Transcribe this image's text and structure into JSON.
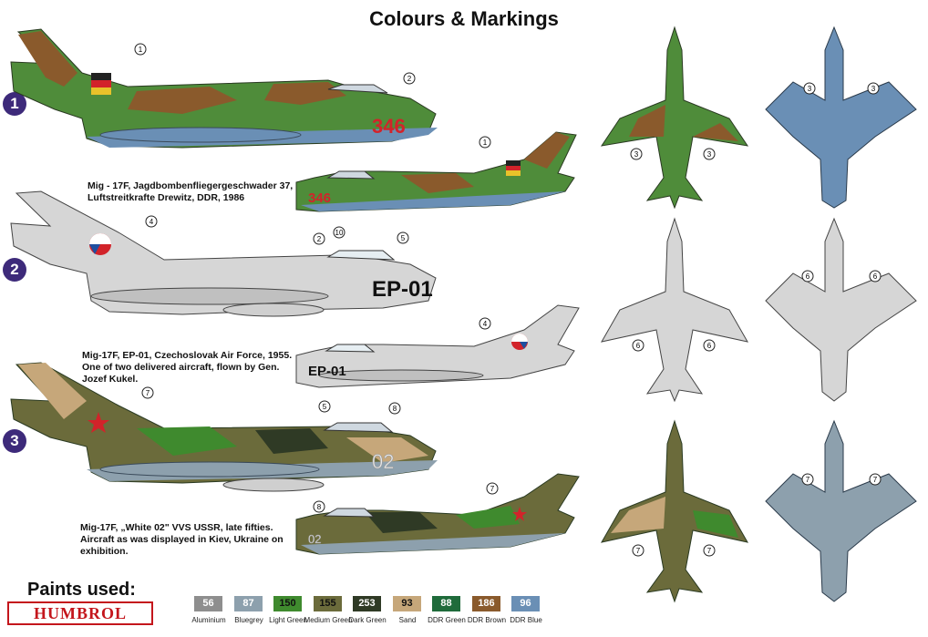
{
  "title": "Colours & Markings",
  "schemes": [
    {
      "number": "1",
      "caption_lines": [
        "Mig - 17F, Jagdbombenfliegergeschwader 37,",
        "Luftstreitkrafte Drewitz, DDR, 1986"
      ],
      "code": "346"
    },
    {
      "number": "2",
      "caption_lines": [
        "Mig-17F, EP-01, Czechoslovak Air Force, 1955.",
        "One of two delivered aircraft, flown by Gen.",
        "Jozef Kukel."
      ],
      "code": "EP-01"
    },
    {
      "number": "3",
      "caption_lines": [
        "Mig-17F, „White 02\" VVS USSR, late fifties.",
        "Aircraft as was displayed in Kiev, Ukraine on",
        "exhibition."
      ],
      "code": "02"
    }
  ],
  "callouts": [
    "1",
    "2",
    "3",
    "4",
    "5",
    "6",
    "7",
    "8",
    "10"
  ],
  "paints_label": "Paints used:",
  "brand": "HUMBROL",
  "paints": [
    {
      "code": "56",
      "name": "Aluminium",
      "color": "#8e8e8e",
      "text": "#ffffff"
    },
    {
      "code": "87",
      "name": "Bluegrey",
      "color": "#8da0ad",
      "text": "#ffffff"
    },
    {
      "code": "150",
      "name": "Light Green",
      "color": "#3f8a2e",
      "text": "#111111"
    },
    {
      "code": "155",
      "name": "Medium Green",
      "color": "#6b6b3b",
      "text": "#111111"
    },
    {
      "code": "253",
      "name": "Dark Green",
      "color": "#2f3a25",
      "text": "#ffffff"
    },
    {
      "code": "93",
      "name": "Sand",
      "color": "#c6a77a",
      "text": "#111111"
    },
    {
      "code": "88",
      "name": "DDR Green",
      "color": "#1f6b3b",
      "text": "#ffffff"
    },
    {
      "code": "186",
      "name": "DDR Brown",
      "color": "#8a5a2c",
      "text": "#ffffff"
    },
    {
      "code": "96",
      "name": "DDR Blue",
      "color": "#6a8fb5",
      "text": "#ffffff"
    }
  ],
  "colors": {
    "scheme_badge": "#3d2a7a",
    "brand_red": "#c4161c",
    "code_red": "#d2232a"
  }
}
